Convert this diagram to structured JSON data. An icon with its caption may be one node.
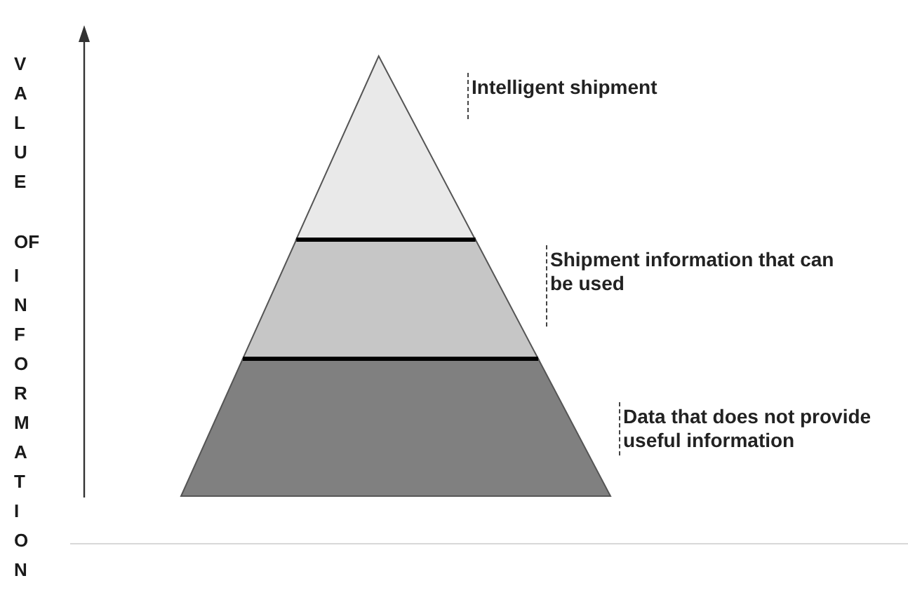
{
  "diagram": {
    "nodes": [
      {
        "text": [],
        "shape": "triangle",
        "beside": [
          "Intelligent shipment"
        ]
      },
      {
        "text": [],
        "shape": "trapezoid",
        "beside": [
          "Shipment information that can be used"
        ]
      },
      {
        "text": [],
        "shape": "trapezoid",
        "beside": [
          "Data that does not provide useful information"
        ]
      }
    ],
    "labels": [
      "VALUE",
      "OF",
      "INFORMATION"
    ]
  }
}
